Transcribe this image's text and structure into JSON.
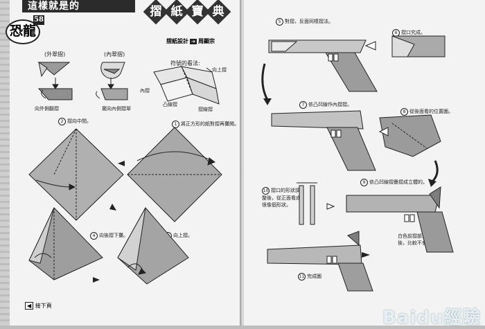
{
  "header": {
    "title_art": "這樣就是的",
    "book_title": [
      "摺",
      "紙",
      "寶",
      "典"
    ],
    "dino_title": "恐龍",
    "chapter": "58"
  },
  "design": {
    "label": "摺紙設計",
    "by": "周顯宗"
  },
  "legend": {
    "outer_fold": "(外翠摺)",
    "inner_fold": "(內翠摺)",
    "outer_note": "向外側翻摺",
    "inner_note": "擺向內側摺翠",
    "symbols_title": "符號的看法:",
    "sym_up": "向上摺",
    "sym_in": "內摺",
    "sym_valley": "凸線摺",
    "sym_mountain": "摺線摺"
  },
  "steps_left": {
    "s1": "將正方形的紙對摺再攤開。",
    "s2": "摺向中間。",
    "s3": "向上摺。",
    "s4": "向後摺下攤。"
  },
  "steps_right": {
    "s5": "對摺，反面同樣摺法。",
    "s6": "摺口究成。",
    "s7": "依凸凹線作內摺摺。",
    "s8": "從後面看的位置圖。",
    "s9": "依凸凹線摺疊摺成立體的。",
    "s10": "摺口的形狀調整後，從正面看成很像個形狀。",
    "s11": "完成圖",
    "note_gray": "白色前摺部分剪摺本後，比較不會歸開。"
  },
  "footer": {
    "left": "接下頁",
    "watermark": "Baidu經驗"
  }
}
